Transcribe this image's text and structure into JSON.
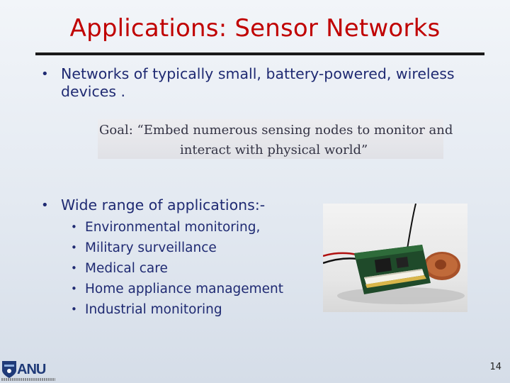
{
  "slide": {
    "title": "Applications: Sensor Networks",
    "bullets": [
      {
        "marker": "•",
        "lines": [
          "Networks of typically small, battery-powered, wireless",
          "devices ."
        ]
      },
      {
        "marker": "•",
        "text": "Wide range of applications:-"
      }
    ],
    "goal": {
      "line1": "Goal:  “Embed numerous sensing nodes to monitor  and",
      "line2": "interact with physical world”"
    },
    "sub_bullets": [
      "Environmental monitoring,",
      "Military surveillance",
      "Medical care",
      "Home appliance management",
      "Industrial monitoring"
    ],
    "sub_marker": "•",
    "logo_text": "ANU",
    "page_number": "14",
    "colors": {
      "title": "#c00000",
      "body_text": "#1f2a72",
      "rule": "#1a1a1a"
    }
  }
}
